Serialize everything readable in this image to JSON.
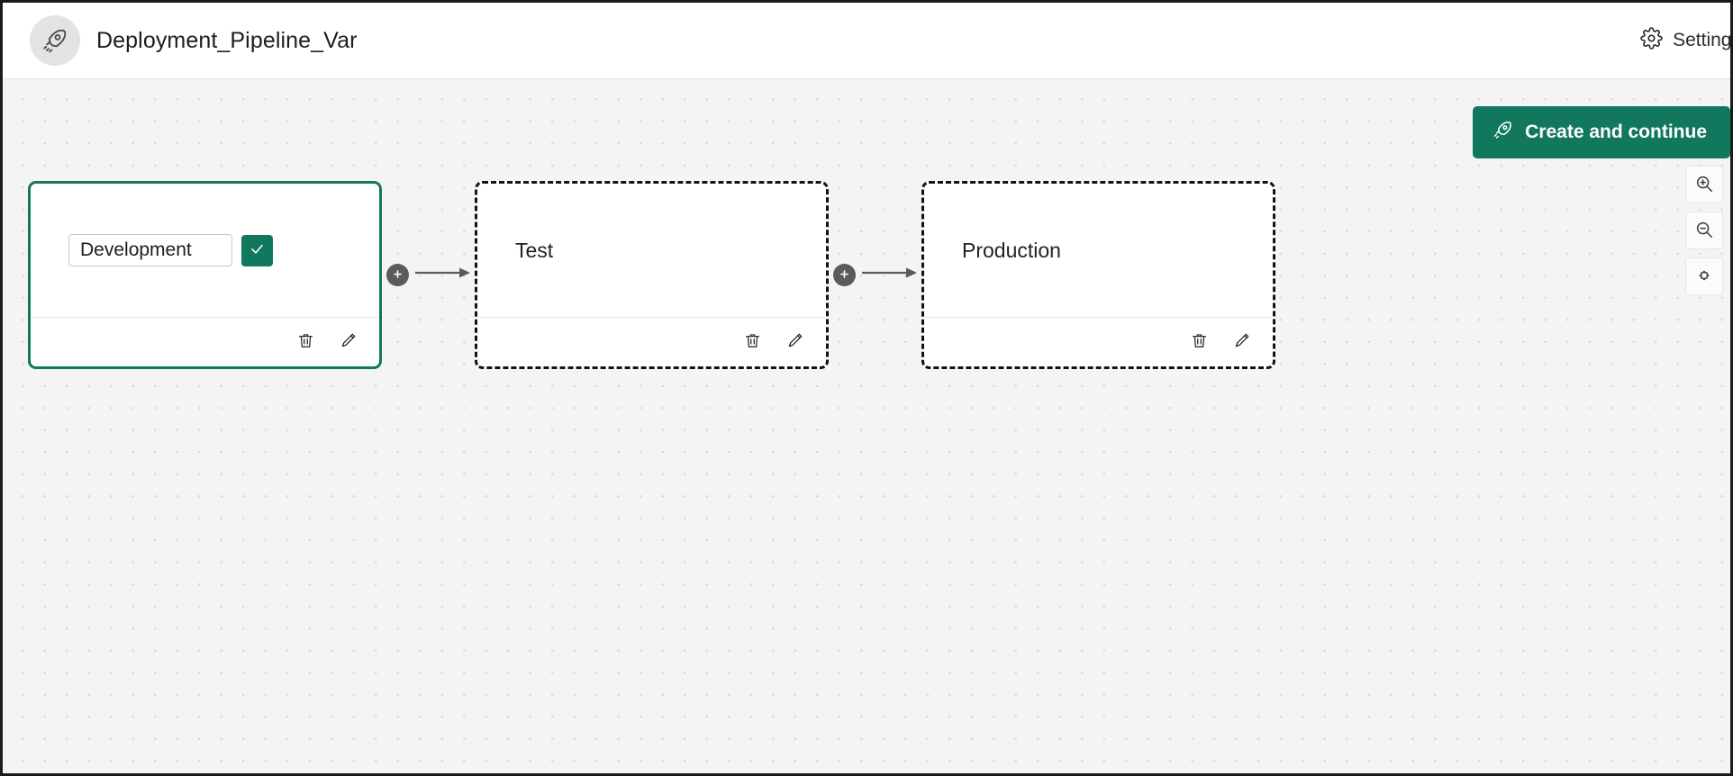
{
  "header": {
    "app_icon": "rocket-icon",
    "title": "Deployment_Pipeline_Var",
    "settings_icon": "gear-icon",
    "settings_label": "Settings"
  },
  "toolbar": {
    "create_button_icon": "rocket-icon",
    "create_button_label": "Create and continue"
  },
  "canvas_controls": [
    {
      "name": "zoom-in",
      "icon": "zoom-in-icon"
    },
    {
      "name": "zoom-out",
      "icon": "zoom-out-icon"
    },
    {
      "name": "fit-to-view",
      "icon": "fit-to-view-icon"
    }
  ],
  "pipeline": {
    "stages": [
      {
        "name": "Development",
        "state": "editing",
        "input_value": "Development",
        "input_placeholder": "Stage name",
        "confirm_icon": "check-icon",
        "delete_icon": "trash-icon",
        "edit_icon": "pencil-icon"
      },
      {
        "name": "Test",
        "state": "pending",
        "delete_icon": "trash-icon",
        "edit_icon": "pencil-icon"
      },
      {
        "name": "Production",
        "state": "pending",
        "delete_icon": "trash-icon",
        "edit_icon": "pencil-icon"
      }
    ],
    "connectors": [
      {
        "add_icon": "plus-icon",
        "arrow_icon": "arrow-right-icon"
      },
      {
        "add_icon": "plus-icon",
        "arrow_icon": "arrow-right-icon"
      }
    ]
  },
  "colors": {
    "accent": "#12785d",
    "canvas_bg": "#f4f4f4",
    "card_border_pending": "#121212",
    "connector": "#5b5b5b"
  }
}
